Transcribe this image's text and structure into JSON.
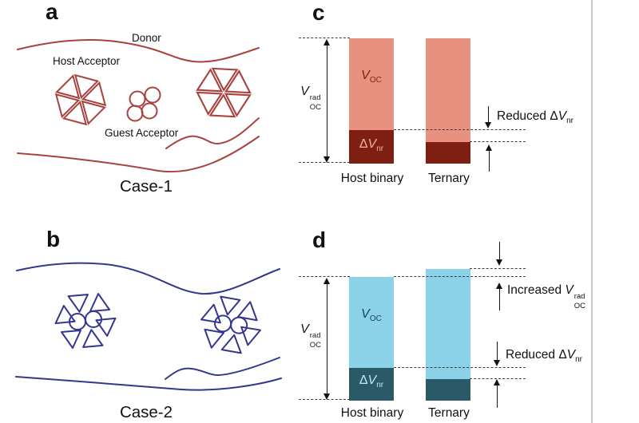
{
  "panels": {
    "a": {
      "letter": "a",
      "donor_label": "Donor",
      "host_acceptor_label": "Host Acceptor",
      "guest_acceptor_label": "Guest Acceptor",
      "case_label": "Case-1",
      "line_color": "#A8423E"
    },
    "b": {
      "letter": "b",
      "case_label": "Case-2",
      "line_color": "#34388C"
    },
    "c": {
      "letter": "c",
      "axis": {
        "base": "V",
        "sup": "rad",
        "sub": "OC"
      },
      "voc": {
        "base": "V",
        "sub": "OC"
      },
      "dvnr": {
        "delta": "Δ",
        "base": "V",
        "sub": "nr"
      },
      "reduced": {
        "prefix": "Reduced ",
        "delta": "Δ",
        "base": "V",
        "sub": "nr"
      },
      "bar_labels": {
        "host": "Host binary",
        "ternary": "Ternary"
      },
      "colors": {
        "voc_fill": "#E9917F",
        "dvnr_fill": "#7E1F12"
      }
    },
    "d": {
      "letter": "d",
      "axis": {
        "base": "V",
        "sup": "rad",
        "sub": "OC"
      },
      "voc": {
        "base": "V",
        "sub": "OC"
      },
      "dvnr": {
        "delta": "Δ",
        "base": "V",
        "sub": "nr"
      },
      "increased": {
        "prefix": "Increased ",
        "base": "V",
        "sup": "rad",
        "sub": "OC"
      },
      "reduced": {
        "prefix": "Reduced ",
        "delta": "Δ",
        "base": "V",
        "sub": "nr"
      },
      "bar_labels": {
        "host": "Host binary",
        "ternary": "Ternary"
      },
      "colors": {
        "voc_fill": "#8BD2E8",
        "dvnr_fill": "#2A5A68"
      }
    }
  },
  "chart_data": [
    {
      "panel": "c",
      "type": "bar",
      "subtype": "stacked schematic, no numeric axis",
      "categories": [
        "Host binary",
        "Ternary"
      ],
      "series": [
        {
          "name": "ΔV_nr",
          "values": [
            0.27,
            0.17
          ]
        },
        {
          "name": "V_OC",
          "values": [
            0.73,
            0.83
          ]
        }
      ],
      "bar_totals": [
        1.0,
        1.0
      ],
      "axis_label": "V_OC^rad",
      "annotations": [
        "Reduced ΔV_nr"
      ]
    },
    {
      "panel": "d",
      "type": "bar",
      "subtype": "stacked schematic, no numeric axis",
      "categories": [
        "Host binary",
        "Ternary"
      ],
      "series": [
        {
          "name": "ΔV_nr",
          "values": [
            0.26,
            0.17
          ]
        },
        {
          "name": "V_OC",
          "values": [
            0.74,
            0.89
          ]
        }
      ],
      "bar_totals": [
        1.0,
        1.06
      ],
      "axis_label": "V_OC^rad",
      "annotations": [
        "Increased V_OC^rad",
        "Reduced ΔV_nr"
      ]
    }
  ]
}
